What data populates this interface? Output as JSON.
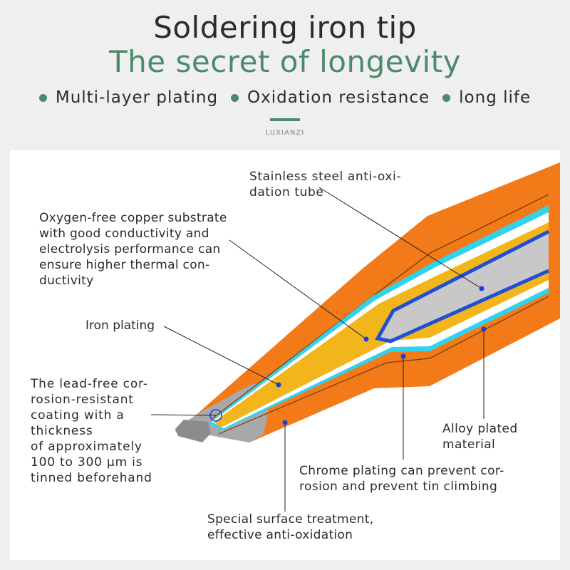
{
  "header": {
    "title": "Soldering iron tip",
    "subtitle": "The secret of longevity",
    "features": [
      "Multi-layer plating",
      "Oxidation resistance",
      "long life"
    ],
    "brand": "LUXIANZI"
  },
  "colors": {
    "accent": "#4b8a6c",
    "outer_orange": "#f27a19",
    "yellow_copper": "#f2b51b",
    "cyan_plating": "#31d2ee",
    "gray_tip": "#a9a9a9",
    "core_gray": "#c8c8c8",
    "blue_line": "#1f4fd6",
    "marker": "#1a3fd8"
  },
  "callouts": {
    "stainless": "Stainless steel anti-oxi-\ndation tube",
    "copper": "Oxygen-free copper substrate\nwith good conductivity and\nelectrolysis performance can\nensure higher thermal con-\nductivity",
    "iron": "Iron plating",
    "lead_free": "The lead-free cor-\nrosion-resistant\ncoating with a\nthickness\nof approximately\n100 to 300 μm is\ntinned beforehand",
    "alloy": "Alloy plated\nmaterial",
    "chrome": "Chrome plating can prevent cor-\nrosion and prevent tin climbing",
    "special": "Special surface treatment,\neffective anti-oxidation"
  }
}
